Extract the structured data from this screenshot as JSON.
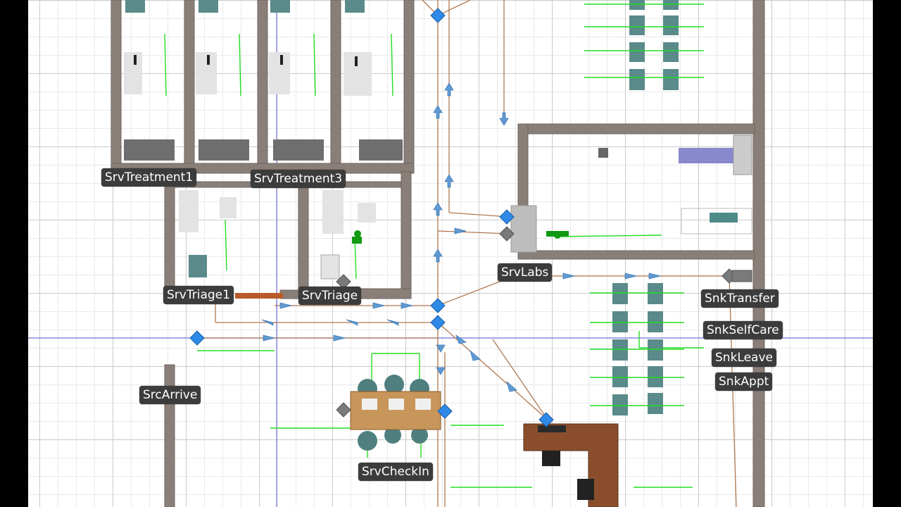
{
  "window": {
    "title": "Simulation facility model view"
  },
  "colors": {
    "wall": "#8a7f78",
    "path": "#b07850",
    "node": "#2e8ae6",
    "arrow": "#5f9ad3",
    "link_green": "#22dd22",
    "chair": "#5a8a8a",
    "desk": "#c8965a",
    "label_bg": "#3c3c3c",
    "label_text": "#ffffff"
  },
  "icons": {
    "node": "diamond-node-icon",
    "arrow": "path-direction-arrow-icon",
    "person": "person-figure-icon"
  },
  "objects": {
    "srv_treatment1": "SrvTreatment1",
    "srv_treatment3": "SrvTreatment3",
    "srv_triage1": "SrvTriage1",
    "srv_triage": "SrvTriage",
    "srv_labs": "SrvLabs",
    "snk_transfer": "SnkTransfer",
    "snk_self_care": "SnkSelfCare",
    "snk_leave": "SnkLeave",
    "snk_appt": "SnkAppt",
    "src_arrive": "SrcArrive",
    "srv_check_in": "SrvCheckIn"
  }
}
